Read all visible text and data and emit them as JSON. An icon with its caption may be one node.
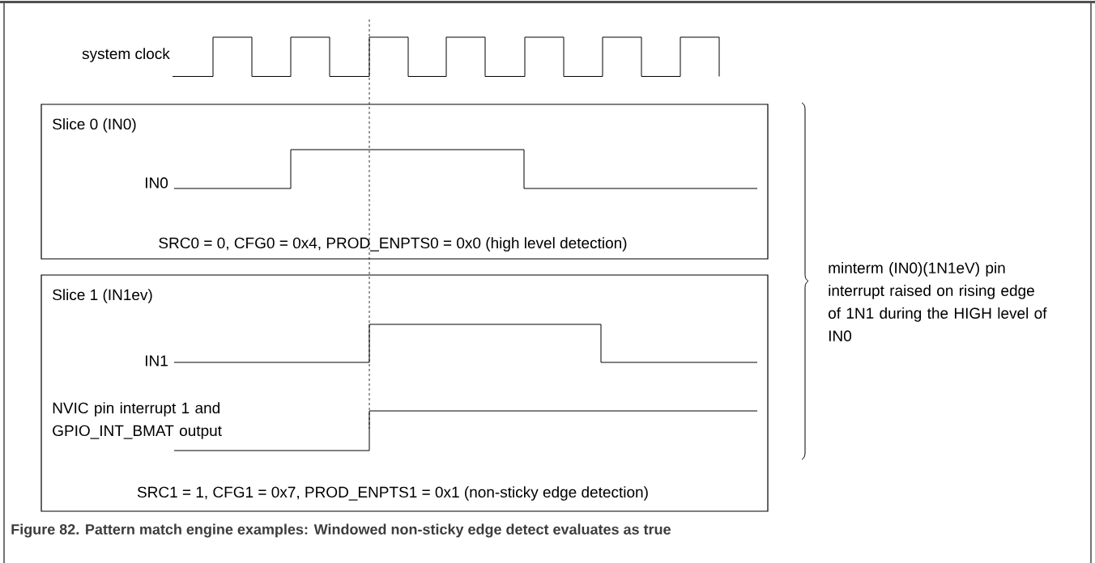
{
  "diagram": {
    "caption": "Figure 82.  Pattern match engine examples: Windowed non-sticky edge detect evaluates as true",
    "nodes": [
      {
        "text": [
          "Slice 0 (IN0)",
          "SRC0 = 0, CFG0 = 0x4, PROD_ENPTS0 = 0x0 (high level detection)"
        ]
      },
      {
        "text": [
          "Slice 1 (IN1ev)",
          "SRC1 = 1, CFG1 = 0x7, PROD_ENPTS1 = 0x1 (non-sticky edge detection)"
        ]
      }
    ],
    "labels": [
      "system clock",
      "IN0",
      "IN1",
      "NVIC pin interrupt 1 and GPIO_INT_BMAT output",
      "minterm (IN0)(1N1eV) pin interrupt raised on rising edge of 1N1 during the HIGH level of IN0"
    ]
  }
}
